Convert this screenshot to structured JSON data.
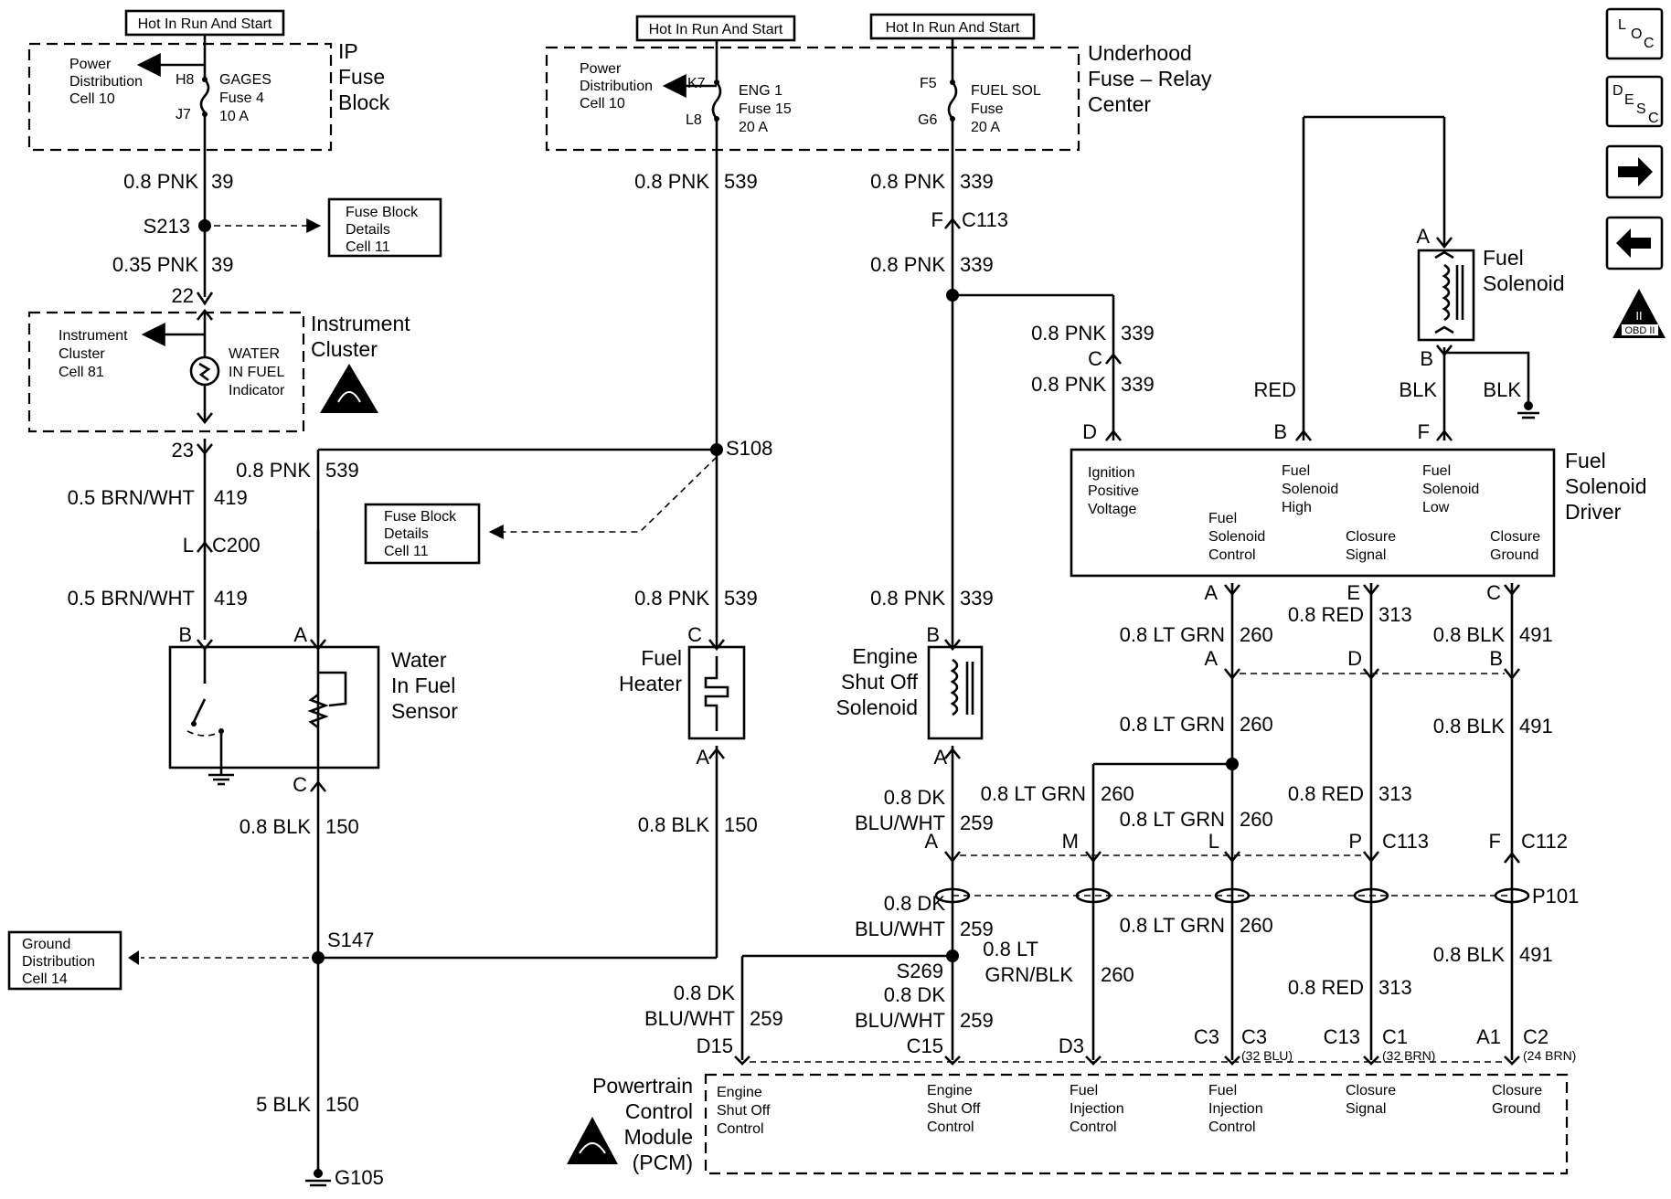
{
  "header": {
    "hot1": "Hot In Run And Start",
    "hot2": "Hot In Run And Start",
    "hot3": "Hot In Run And Start"
  },
  "nav": {
    "loc": [
      "L",
      "O",
      "C"
    ],
    "desc": [
      "D",
      "E",
      "S",
      "C"
    ],
    "obd": "OBD II",
    "obd_num": "II"
  },
  "ip_fuse_block": {
    "title": [
      "IP",
      "Fuse",
      "Block"
    ],
    "power_dist": [
      "Power",
      "Distribution",
      "Cell 10"
    ],
    "pin_top": "H8",
    "pin_bot": "J7",
    "fuse": [
      "GAGES",
      "Fuse 4",
      "10 A"
    ]
  },
  "underhood": {
    "title": [
      "Underhood",
      "Fuse – Relay",
      "Center"
    ],
    "power_dist": [
      "Power",
      "Distribution",
      "Cell 10"
    ],
    "eng_pin_top": "K7",
    "eng_pin_bot": "L8",
    "eng_fuse": [
      "ENG 1",
      "Fuse 15",
      "20 A"
    ],
    "fuel_pin_top": "F5",
    "fuel_pin_bot": "G6",
    "fuel_fuse": [
      "FUEL SOL",
      "Fuse",
      "20 A"
    ]
  },
  "wires": {
    "w39a": [
      "0.8 PNK",
      "39"
    ],
    "w39b": [
      "0.35 PNK",
      "39"
    ],
    "w539a": [
      "0.8 PNK",
      "539"
    ],
    "w539b": [
      "0.8 PNK",
      "539"
    ],
    "w539c": [
      "0.8 PNK",
      "539"
    ],
    "w339a": [
      "0.8 PNK",
      "339"
    ],
    "w339b": [
      "0.8 PNK",
      "339"
    ],
    "w339c": [
      "0.8 PNK",
      "339"
    ],
    "w339d": [
      "0.8 PNK",
      "339"
    ],
    "w339e": [
      "0.8 PNK",
      "339"
    ],
    "w419a": [
      "0.5 BRN/WHT",
      "419"
    ],
    "w419b": [
      "0.5 BRN/WHT",
      "419"
    ],
    "w150a": [
      "0.8 BLK",
      "150"
    ],
    "w150b": [
      "0.8 BLK",
      "150"
    ],
    "w150c": [
      "5 BLK",
      "150"
    ],
    "w260a": [
      "0.8 LT GRN",
      "260"
    ],
    "w260b": [
      "0.8 LT GRN",
      "260"
    ],
    "w260c": [
      "0.8 LT GRN",
      "260"
    ],
    "w260d": [
      "0.8 LT GRN",
      "260"
    ],
    "w260e": [
      "0.8 LT GRN",
      "260"
    ],
    "w260f": [
      "0.8 LT",
      "GRN/BLK",
      "260"
    ],
    "w313a": [
      "0.8 RED",
      "313"
    ],
    "w313b": [
      "0.8 RED",
      "313"
    ],
    "w313c": [
      "0.8 RED",
      "313"
    ],
    "w491a": [
      "0.8 BLK",
      "491"
    ],
    "w491b": [
      "0.8 BLK",
      "491"
    ],
    "w491c": [
      "0.8 BLK",
      "491"
    ],
    "w259a": [
      "0.8 DK",
      "BLU/WHT",
      "259"
    ],
    "w259b": [
      "0.8 DK",
      "BLU/WHT",
      "259"
    ],
    "w259c": [
      "0.8 DK",
      "BLU/WHT",
      "259"
    ],
    "w259d": [
      "0.8 DK",
      "BLU/WHT",
      "259"
    ],
    "red": "RED",
    "blk1": "BLK",
    "blk2": "BLK"
  },
  "splices": {
    "s213": "S213",
    "s108": "S108",
    "s147": "S147",
    "s269": "S269",
    "g105": "G105",
    "p101": "P101"
  },
  "connectors": {
    "c113a": "C113",
    "c113a_pin": "F",
    "c200": "C200",
    "c200_pin": "L",
    "c113b": "C113",
    "c113b_pin": "P",
    "c112": "C112",
    "c112_pin": "F",
    "c_pin": "C",
    "p22": "22",
    "p23": "23"
  },
  "refs": {
    "fb1": [
      "Fuse Block",
      "Details",
      "Cell 11"
    ],
    "fb2": [
      "Fuse Block",
      "Details",
      "Cell 11"
    ],
    "gnd": [
      "Ground",
      "Distribution",
      "Cell 14"
    ]
  },
  "instrument": {
    "title": [
      "Instrument",
      "Cluster"
    ],
    "ref": [
      "Instrument",
      "Cluster",
      "Cell 81"
    ],
    "indicator": [
      "WATER",
      "IN FUEL",
      "Indicator"
    ]
  },
  "sensor": {
    "title": [
      "Water",
      "In Fuel",
      "Sensor"
    ],
    "pin_b": "B",
    "pin_a": "A",
    "pin_c": "C"
  },
  "heater": {
    "title": [
      "Fuel",
      "Heater"
    ],
    "pin_c": "C",
    "pin_a": "A"
  },
  "eso": {
    "title": [
      "Engine",
      "Shut Off",
      "Solenoid"
    ],
    "pin_b": "B",
    "pin_a": "A"
  },
  "fuel_sol": {
    "title": [
      "Fuel",
      "Solenoid"
    ],
    "pin_a": "A",
    "pin_b": "B"
  },
  "driver": {
    "title": [
      "Fuel",
      "Solenoid",
      "Driver"
    ],
    "ign": [
      "Ignition",
      "Positive",
      "Voltage"
    ],
    "high": [
      "Fuel",
      "Solenoid",
      "High"
    ],
    "low": [
      "Fuel",
      "Solenoid",
      "Low"
    ],
    "ctrl": [
      "Fuel",
      "Solenoid",
      "Control"
    ],
    "csig": [
      "Closure",
      "Signal"
    ],
    "cgnd": [
      "Closure",
      "Ground"
    ],
    "pins_top": [
      "D",
      "B",
      "F"
    ],
    "pins_bot": [
      "A",
      "E",
      "C"
    ],
    "pins_c2": [
      "A",
      "D",
      "B"
    ]
  },
  "pcm": {
    "title": [
      "Powertrain",
      "Control",
      "Module",
      "(PCM)"
    ],
    "cols": [
      [
        "Engine",
        "Shut Off",
        "Control"
      ],
      [
        "Engine",
        "Shut Off",
        "Control"
      ],
      [
        "Fuel",
        "Injection",
        "Control"
      ],
      [
        "Fuel",
        "Injection",
        "Control"
      ],
      [
        "Closure",
        "Signal"
      ],
      [
        "Closure",
        "Ground"
      ]
    ],
    "pins": [
      "D15",
      "C15",
      "D3",
      "C3",
      "C13",
      "A1"
    ],
    "conns": [
      "C3",
      "C1",
      "C2"
    ],
    "conn_notes": [
      "(32 BLU)",
      "(32 BRN)",
      "(24 BRN)"
    ],
    "inline_pins": [
      "A",
      "M",
      "L"
    ]
  }
}
